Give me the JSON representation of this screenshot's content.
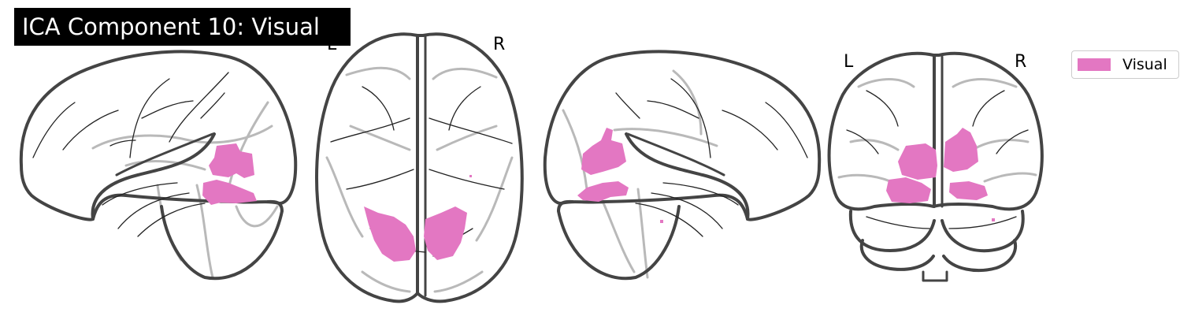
{
  "title": "ICA Component 10: Visual",
  "orientation_labels": {
    "axial_left": "L",
    "axial_right": "R",
    "coronal_left": "L",
    "coronal_right": "R"
  },
  "legend": {
    "label": "Visual",
    "color": "#e377c2"
  },
  "overlay_color": "#e377c2",
  "views": [
    "sagittal-left",
    "axial",
    "sagittal-right",
    "coronal"
  ]
}
